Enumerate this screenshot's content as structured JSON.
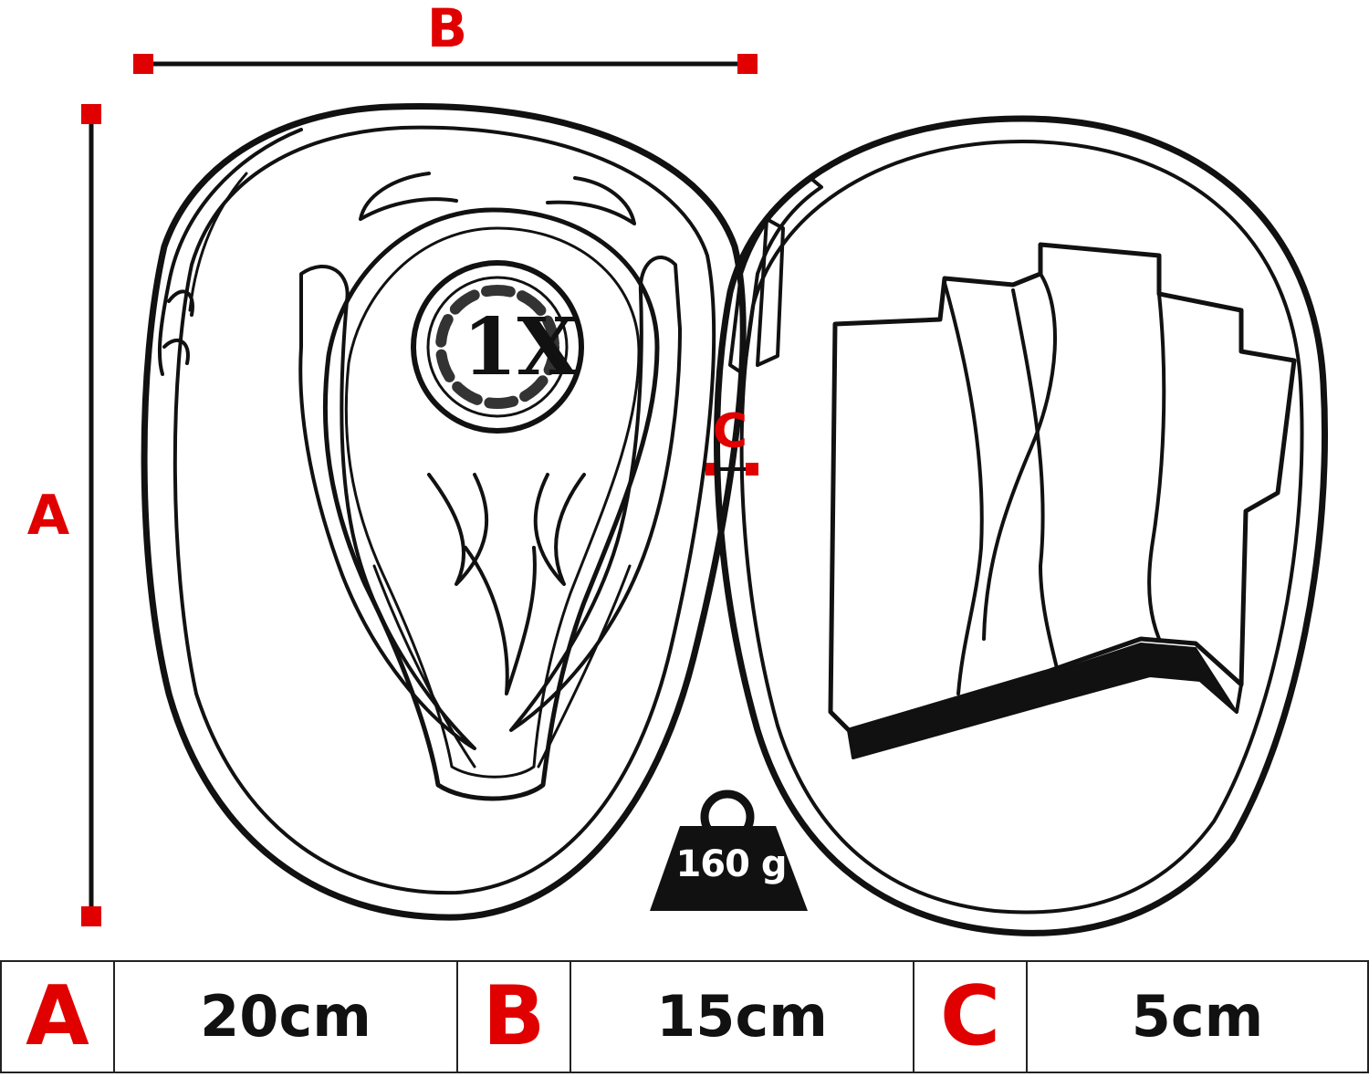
{
  "dimensions": {
    "a": {
      "letter": "A",
      "value": "20cm"
    },
    "b": {
      "letter": "B",
      "value": "15cm"
    },
    "c": {
      "letter": "C",
      "value": "5cm"
    }
  },
  "weight": {
    "label": "160 g"
  },
  "logo": {
    "text": "1X"
  },
  "colors": {
    "accent": "#e10000",
    "ink": "#111111",
    "background": "#ffffff"
  },
  "icons": [
    "weight-icon",
    "ruler-marker-icon"
  ]
}
